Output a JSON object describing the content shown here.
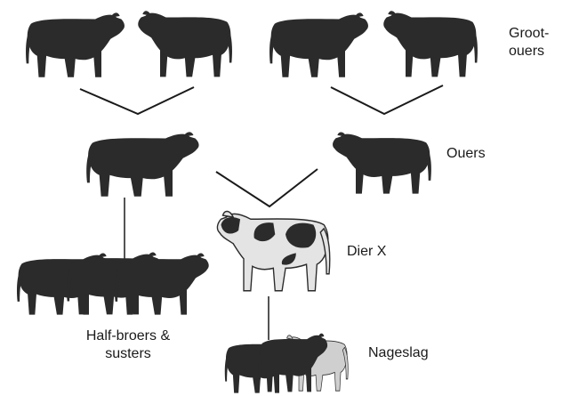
{
  "labels": {
    "grandparents_line1": "Groot-",
    "grandparents_line2": "ouers",
    "parents": "Ouers",
    "animal_x": "Dier X",
    "half_siblings_line1": "Half-broers &",
    "half_siblings_line2": "susters",
    "offspring": "Nageslag"
  },
  "colors": {
    "dark_cattle": "#2b2b2b",
    "animal_x_body": "#e4e4e4",
    "animal_x_patches": "#2b2b2b",
    "light_calf": "#cfcfcf",
    "line": "#1a1a1a"
  }
}
